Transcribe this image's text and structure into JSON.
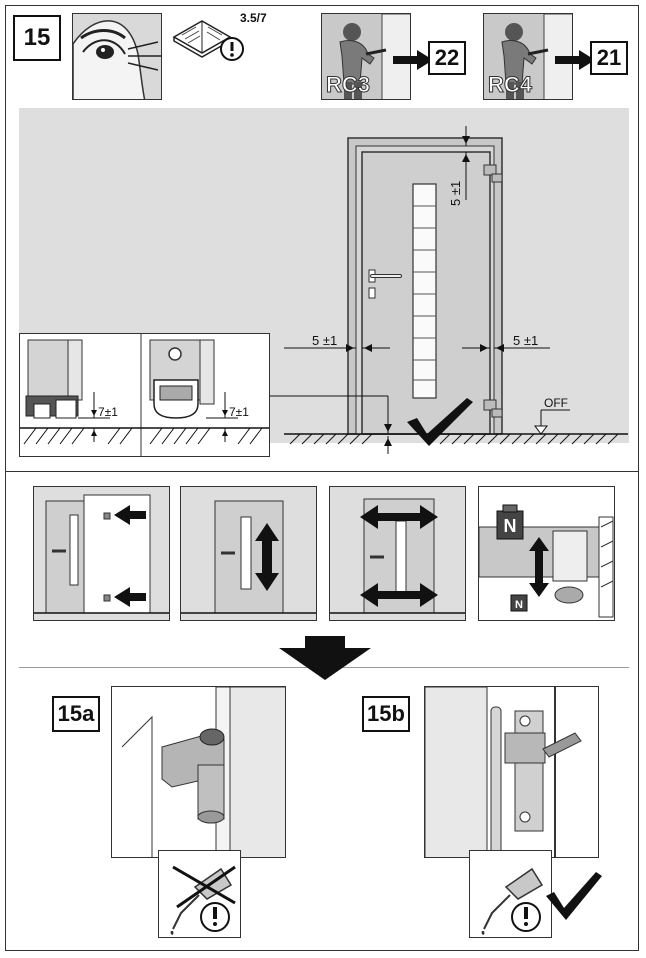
{
  "step": {
    "number": "15"
  },
  "header": {
    "manual_ref": "3.5/7",
    "rc3": {
      "label": "RC3",
      "target": "22"
    },
    "rc4": {
      "label": "RC4",
      "target": "21"
    }
  },
  "main_diagram": {
    "gap_top": "5 ±1",
    "gap_left": "5 ±1",
    "gap_right": "5 ±1",
    "floor_label": "OFF",
    "inset_left_gap": "7±1",
    "inset_right_gap": "7±1"
  },
  "substeps": [
    {
      "label": "15a"
    },
    {
      "label": "15b"
    }
  ],
  "icons": {
    "visual_check": "eye-icon",
    "manual": "manual-icon",
    "warning": "warning-icon",
    "burglar_rc3": "burglar-icon",
    "burglar_rc4": "burglar-icon",
    "check": "checkmark-icon",
    "weight": "weight-icon",
    "oil_can": "oil-can-icon",
    "down_arrow": "down-arrow-icon"
  },
  "colors": {
    "panel_gray": "#dedede",
    "line": "#333333",
    "ink": "#111111"
  }
}
